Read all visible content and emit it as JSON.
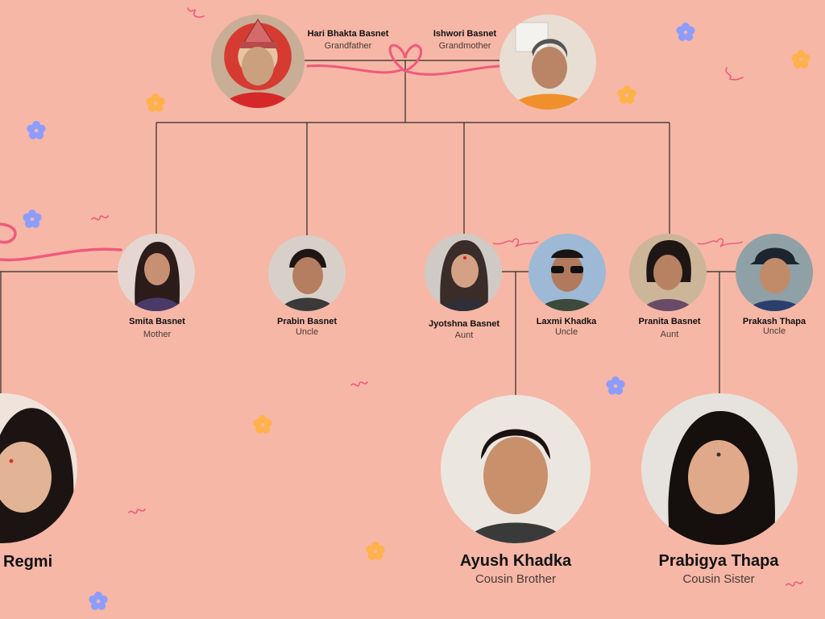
{
  "grandparents": {
    "grandfather": {
      "name": "Hari Bhakta Basnet",
      "role": "Grandfather"
    },
    "grandmother": {
      "name": "Ishwori Basnet",
      "role": "Grandmother"
    }
  },
  "parents_generation": [
    {
      "id": "smita",
      "name": "Smita Basnet",
      "role": "Mother"
    },
    {
      "id": "prabin",
      "name": "Prabin Basnet",
      "role": "Uncle"
    },
    {
      "id": "jyotshna",
      "name": "Jyotshna Basnet",
      "role": "Aunt"
    },
    {
      "id": "laxmi",
      "name": "Laxmi Khadka",
      "role": "Uncle"
    },
    {
      "id": "pranita",
      "name": "Pranita Basnet",
      "role": "Aunt"
    },
    {
      "id": "prakash",
      "name": "Prakash Thapa",
      "role": "Uncle"
    }
  ],
  "children_generation": [
    {
      "id": "regmi",
      "name": "Regmi",
      "role": ""
    },
    {
      "id": "ayush",
      "name": "Ayush Khadka",
      "role": "Cousin Brother"
    },
    {
      "id": "prabigya",
      "name": "Prabigya Thapa",
      "role": "Cousin Sister"
    }
  ],
  "colors": {
    "background": "#f6b7a6",
    "line": "#2b2b2b",
    "ribbon": "#ef5a7c",
    "flower_orange": "#ffb14a",
    "flower_blue": "#8c9cff"
  }
}
